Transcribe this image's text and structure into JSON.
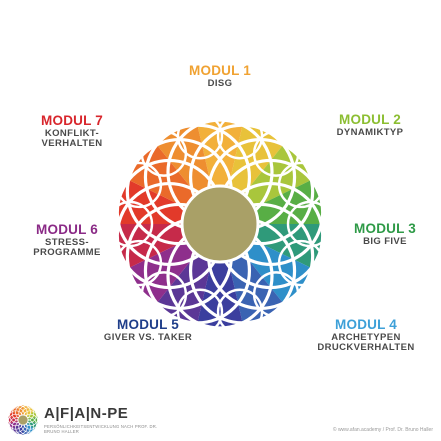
{
  "modules": [
    {
      "title": "MODUL 1",
      "lines": [
        "DISG"
      ],
      "color": "#F0A232"
    },
    {
      "title": "MODUL 2",
      "lines": [
        "DYNAMIKTYP"
      ],
      "color": "#8CBE32"
    },
    {
      "title": "MODUL 3",
      "lines": [
        "BIG FIVE"
      ],
      "color": "#2E9A47"
    },
    {
      "title": "MODUL 4",
      "lines": [
        "ARCHETYPEN",
        "DRUCKVERHALTEN"
      ],
      "color": "#3DA0D8"
    },
    {
      "title": "MODUL 5",
      "lines": [
        "GIVER VS. TAKER"
      ],
      "color": "#1F3E8A"
    },
    {
      "title": "MODUL 6",
      "lines": [
        "STRESS-",
        "PROGRAMME"
      ],
      "color": "#8A2A86"
    },
    {
      "title": "MODUL 7",
      "lines": [
        "KONFLIKT-",
        "VERHALTEN"
      ],
      "color": "#D8262C"
    }
  ],
  "flower": {
    "center_color": "#A9A067",
    "petal_colors": [
      "#F2B03A",
      "#E8C23A",
      "#A9C63C",
      "#58AE45",
      "#2F9A7A",
      "#2E8FC9",
      "#3A63B2",
      "#3B3E9E",
      "#5B3796",
      "#8E2F8C",
      "#C62A4A",
      "#E23A2A",
      "#EA6A2A",
      "#EE8E30"
    ]
  },
  "brand": {
    "name": "A|F|A|N-PE",
    "tagline": "PERSÖNLICHKEITSENTWICKLUNG NACH PROF. DR. BRUNO HALLER"
  },
  "copyright": "© www.afan.academy / Prof. Dr. Bruno Haller"
}
